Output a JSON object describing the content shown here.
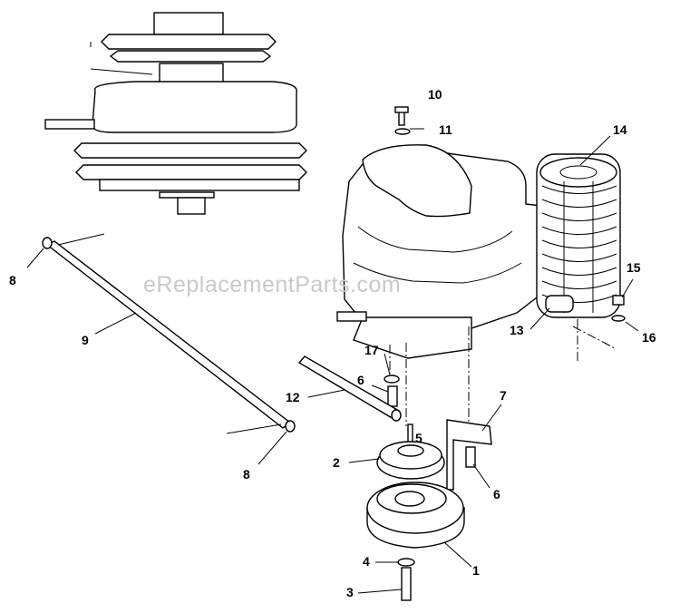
{
  "watermark": "eReplacementParts.com",
  "callouts": [
    "10",
    "11",
    "14",
    "15",
    "16",
    "13",
    "17",
    "6",
    "12",
    "7",
    "5",
    "2",
    "6",
    "8",
    "9",
    "8",
    "4",
    "1",
    "3"
  ]
}
